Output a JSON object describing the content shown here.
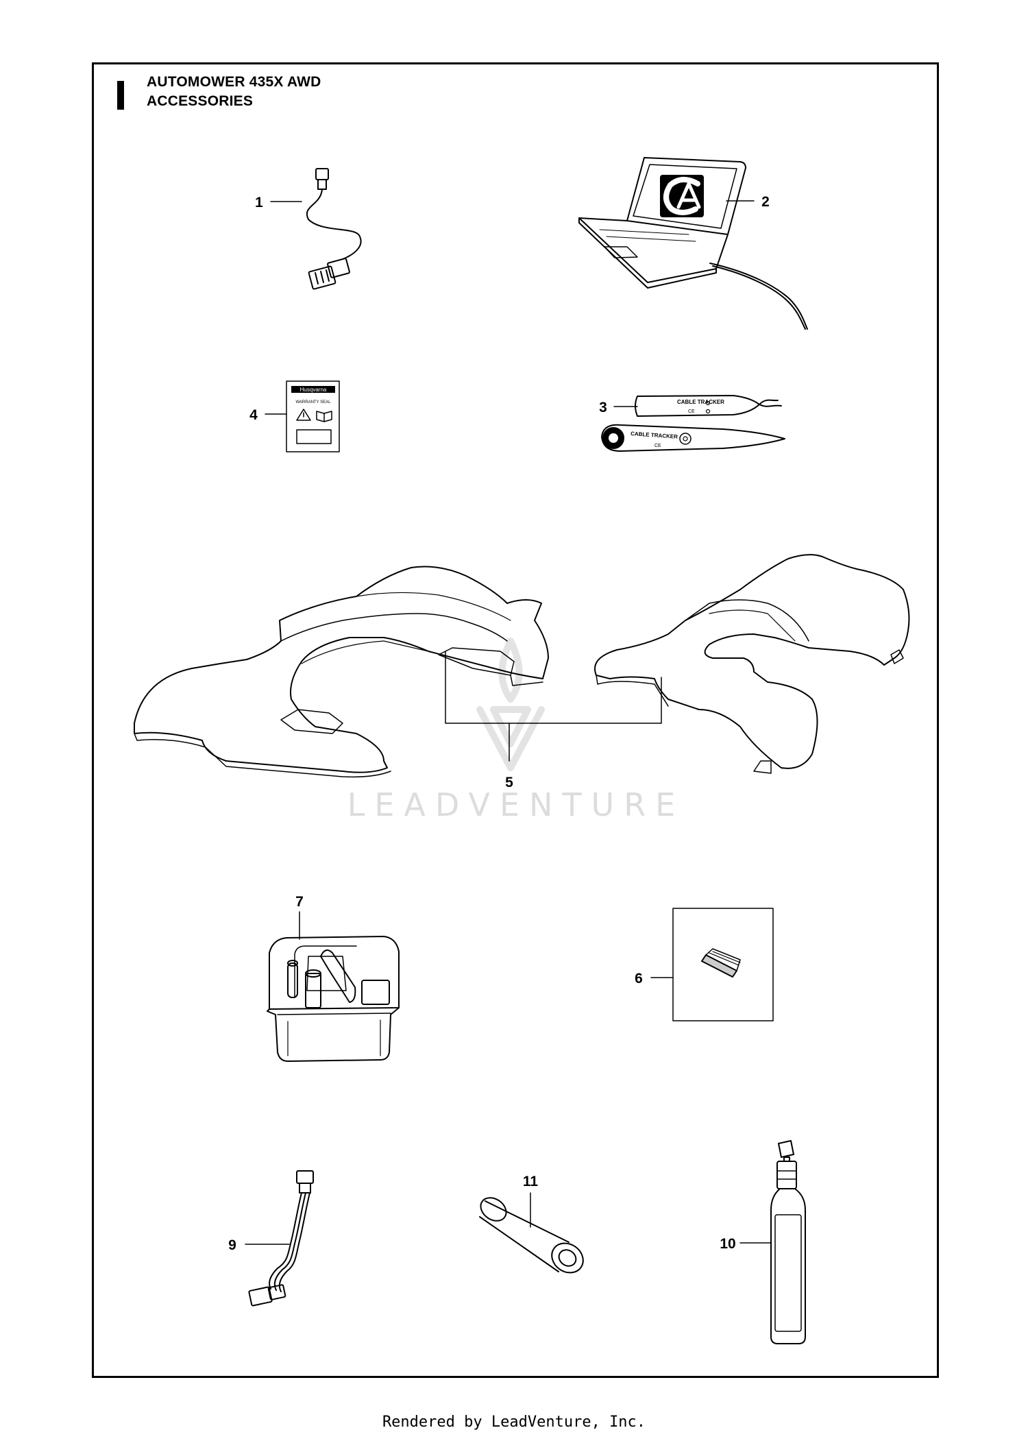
{
  "header": {
    "title_line1": "AUTOMOWER 435X AWD",
    "title_line2": "ACCESSORIES"
  },
  "parts": [
    {
      "ref": "1",
      "icon": "cable-connector-icon"
    },
    {
      "ref": "2",
      "icon": "laptop-icon"
    },
    {
      "ref": "3",
      "icon": "cable-tracker-icon"
    },
    {
      "ref": "4",
      "icon": "warranty-label-icon"
    },
    {
      "ref": "5",
      "icon": "body-cover-icon"
    },
    {
      "ref": "6",
      "icon": "brush-icon"
    },
    {
      "ref": "7",
      "icon": "cleaning-kit-box-icon"
    },
    {
      "ref": "9",
      "icon": "wire-harness-icon"
    },
    {
      "ref": "10",
      "icon": "spray-bottle-icon"
    },
    {
      "ref": "11",
      "icon": "cylinder-roll-icon"
    }
  ],
  "product_labels": {
    "cable_tracker_top": "CABLE TRACKER",
    "cable_tracker_bottom": "CABLE TRACKER",
    "brand": "Husqvarna",
    "warranty": "WARRANTY SEAL",
    "ce_mark": "CE"
  },
  "watermark": "LEADVENTURE",
  "footer": "Rendered by LeadVenture, Inc."
}
